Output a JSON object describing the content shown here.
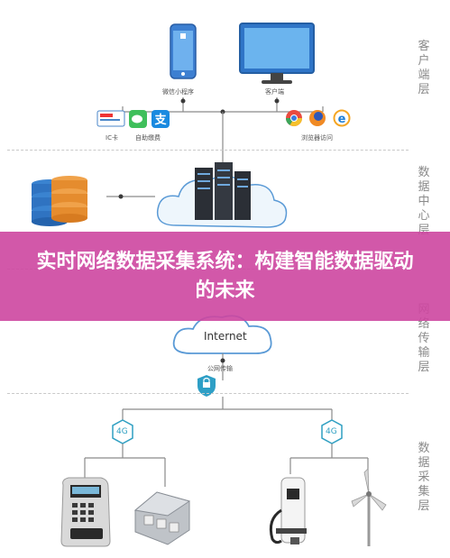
{
  "layers": {
    "client": "客户端层",
    "datacenter": "数据中心层",
    "transmission": "网络传输层",
    "collection": "数据采集层"
  },
  "labels": {
    "wechat_miniprogram": "微信小程序",
    "client_app": "客户端",
    "ic_card": "IC卡",
    "auto_pay": "自助缴费",
    "browser_access": "浏览器访问",
    "internet": "Internet",
    "public_transmission": "公网传输",
    "network_4g_left": "4G",
    "network_4g_right": "4G"
  },
  "banner": {
    "title": "实时网络数据采集系统：构建智能数据驱动的未来"
  },
  "colors": {
    "banner": "#cd46a0",
    "accent_blue": "#2b7fc9",
    "badge_teal": "#2f9fc2",
    "line": "#8a8a8a"
  }
}
